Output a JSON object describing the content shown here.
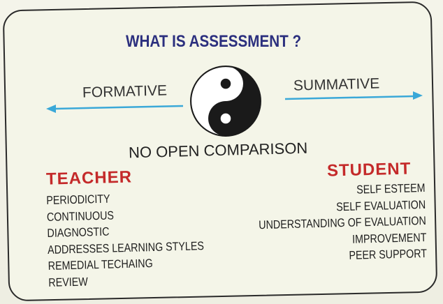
{
  "title": "WHAT IS ASSESSMENT ?",
  "left_label": "FORMATIVE",
  "right_label": "SUMMATIVE",
  "center_note": "NO OPEN COMPARISON",
  "center_icon": "yin-yang-icon",
  "colors": {
    "title": "#2b2f7e",
    "heading": "#c42a2a",
    "arrow": "#3aa8d8",
    "border": "#2a2a2a"
  },
  "teacher": {
    "heading": "TEACHER",
    "items": [
      "PERIODICITY",
      "CONTINUOUS",
      "DIAGNOSTIC",
      "ADDRESSES LEARNING STYLES",
      "REMEDIAL TECHAING",
      "REVIEW"
    ]
  },
  "student": {
    "heading": "STUDENT",
    "items": [
      "SELF ESTEEM",
      "SELF EVALUATION",
      "UNDERSTANDING OF EVALUATION",
      "IMPROVEMENT",
      "PEER SUPPORT"
    ]
  }
}
